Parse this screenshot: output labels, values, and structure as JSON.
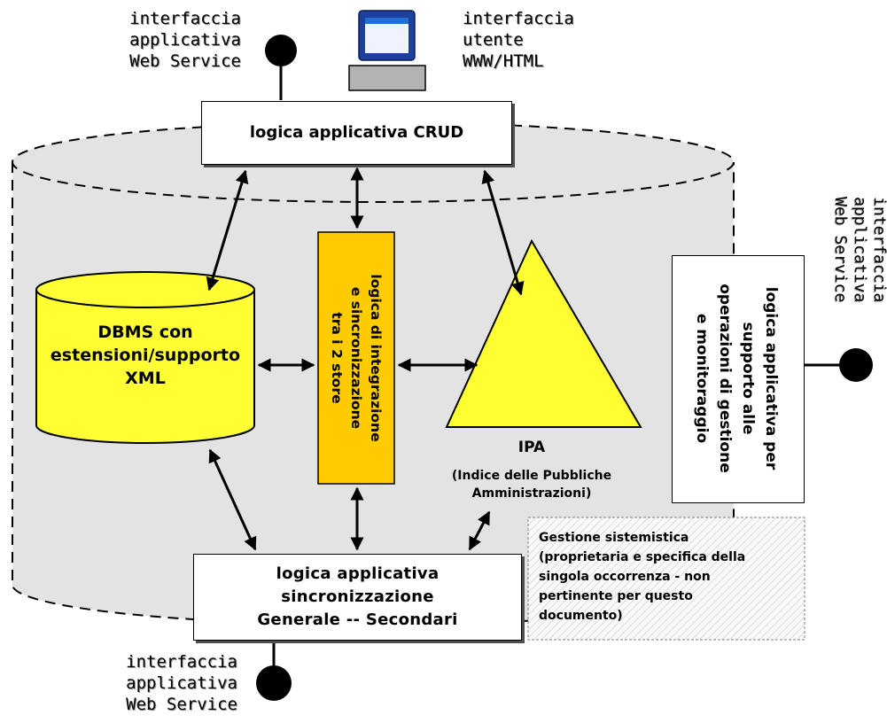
{
  "labels": {
    "ws_top_left": "interfaccia\napplicativa\nWeb Service",
    "ui_top": "interfaccia\nutente\nWWW/HTML",
    "ws_right": "interfaccia\napplicativa\nWeb Service",
    "ws_bottom": "interfaccia\napplicativa\nWeb Service"
  },
  "boxes": {
    "crud": "logica applicativa CRUD",
    "integration": "logica di integrazione\ne sincronizzazione\ntra i 2 store",
    "dbms": "DBMS con\nestensioni/supporto\nXML",
    "ipa_title": "IPA",
    "ipa_sub": "(Indice delle Pubbliche\nAmministrazioni)",
    "sync": "logica applicativa\nsincronizzazione\nGenerale -- Secondari",
    "mgmt": "logica applicativa per\nsupporto alle\noperazioni di gestione\ne monitoraggio",
    "note": "Gestione sistemistica\n(proprietaria e specifica della\nsingola occorrenza - non\npertinente per questo\ndocumento)"
  },
  "colors": {
    "container": "#e3e3e3",
    "db_yellow": "#ffff33",
    "integration_orange": "#ffcc00",
    "ipa_yellow": "#ffff33"
  }
}
